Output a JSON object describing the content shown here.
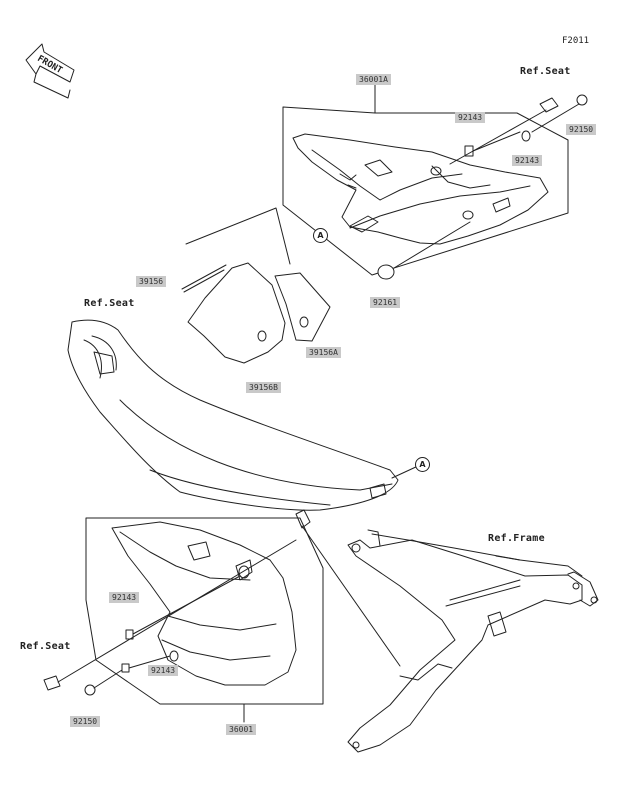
{
  "figure_code": "F2011",
  "direction_label": "FRONT",
  "callout": "A",
  "refs": {
    "seat_top": "Ref.Seat",
    "seat_mid": "Ref.Seat",
    "seat_bottom": "Ref.Seat",
    "frame": "Ref.Frame"
  },
  "parts": {
    "cover_right_assy": "36001A",
    "bolt_right_top": "92143",
    "bolt_right_mid": "92143",
    "bolt_right_outer": "92150",
    "damper_right": "92161",
    "pad_strip": "39156",
    "pad_a": "39156A",
    "pad_b": "39156B",
    "bolt_left_top": "92143",
    "bolt_left_mid": "92143",
    "bolt_left_outer": "92150",
    "cover_left_assy": "36001"
  },
  "colors": {
    "label_bg": "#c9c9c9",
    "line": "#222222"
  }
}
